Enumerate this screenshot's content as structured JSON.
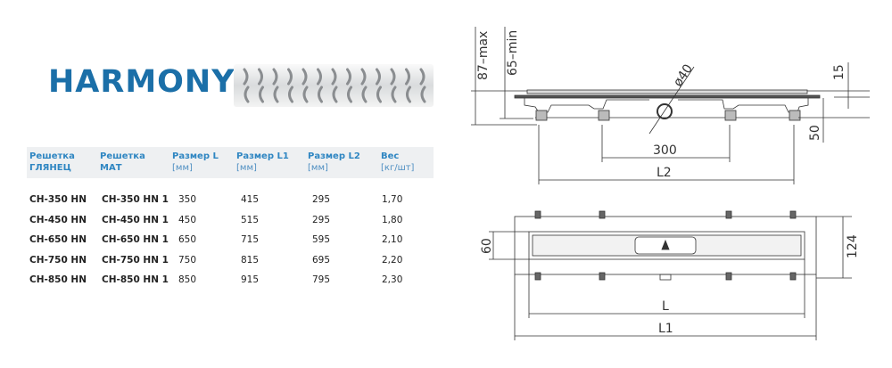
{
  "title": "HARMONY",
  "table": {
    "headers": [
      {
        "label": "Решетка",
        "sub": "ГЛЯНЕЦ"
      },
      {
        "label": "Решетка",
        "sub": "МАТ"
      },
      {
        "label": "Размер L",
        "sub": "[мм]"
      },
      {
        "label": "Размер L1",
        "sub": "[мм]"
      },
      {
        "label": "Размер L2",
        "sub": "[мм]"
      },
      {
        "label": "Вес",
        "sub": "[кг/шт]"
      }
    ],
    "rows": [
      [
        "CH-350 HN",
        "CH-350 HN 1",
        "350",
        "415",
        "295",
        "1,70"
      ],
      [
        "CH-450 HN",
        "CH-450 HN 1",
        "450",
        "515",
        "295",
        "1,80"
      ],
      [
        "CH-650 HN",
        "CH-650 HN 1",
        "650",
        "715",
        "595",
        "2,10"
      ],
      [
        "CH-750 HN",
        "CH-750 HN 1",
        "750",
        "815",
        "695",
        "2,20"
      ],
      [
        "CH-850 HN",
        "CH-850 HN 1",
        "850",
        "915",
        "795",
        "2,30"
      ]
    ]
  },
  "side_view": {
    "h_max": "87–max",
    "h_min": "65–min",
    "pipe": "ø40",
    "top": "15",
    "foot": "50",
    "pitch": "300",
    "l2": "L2"
  },
  "top_view": {
    "inner": "60",
    "outer": "124",
    "l": "L",
    "l1": "L1"
  }
}
